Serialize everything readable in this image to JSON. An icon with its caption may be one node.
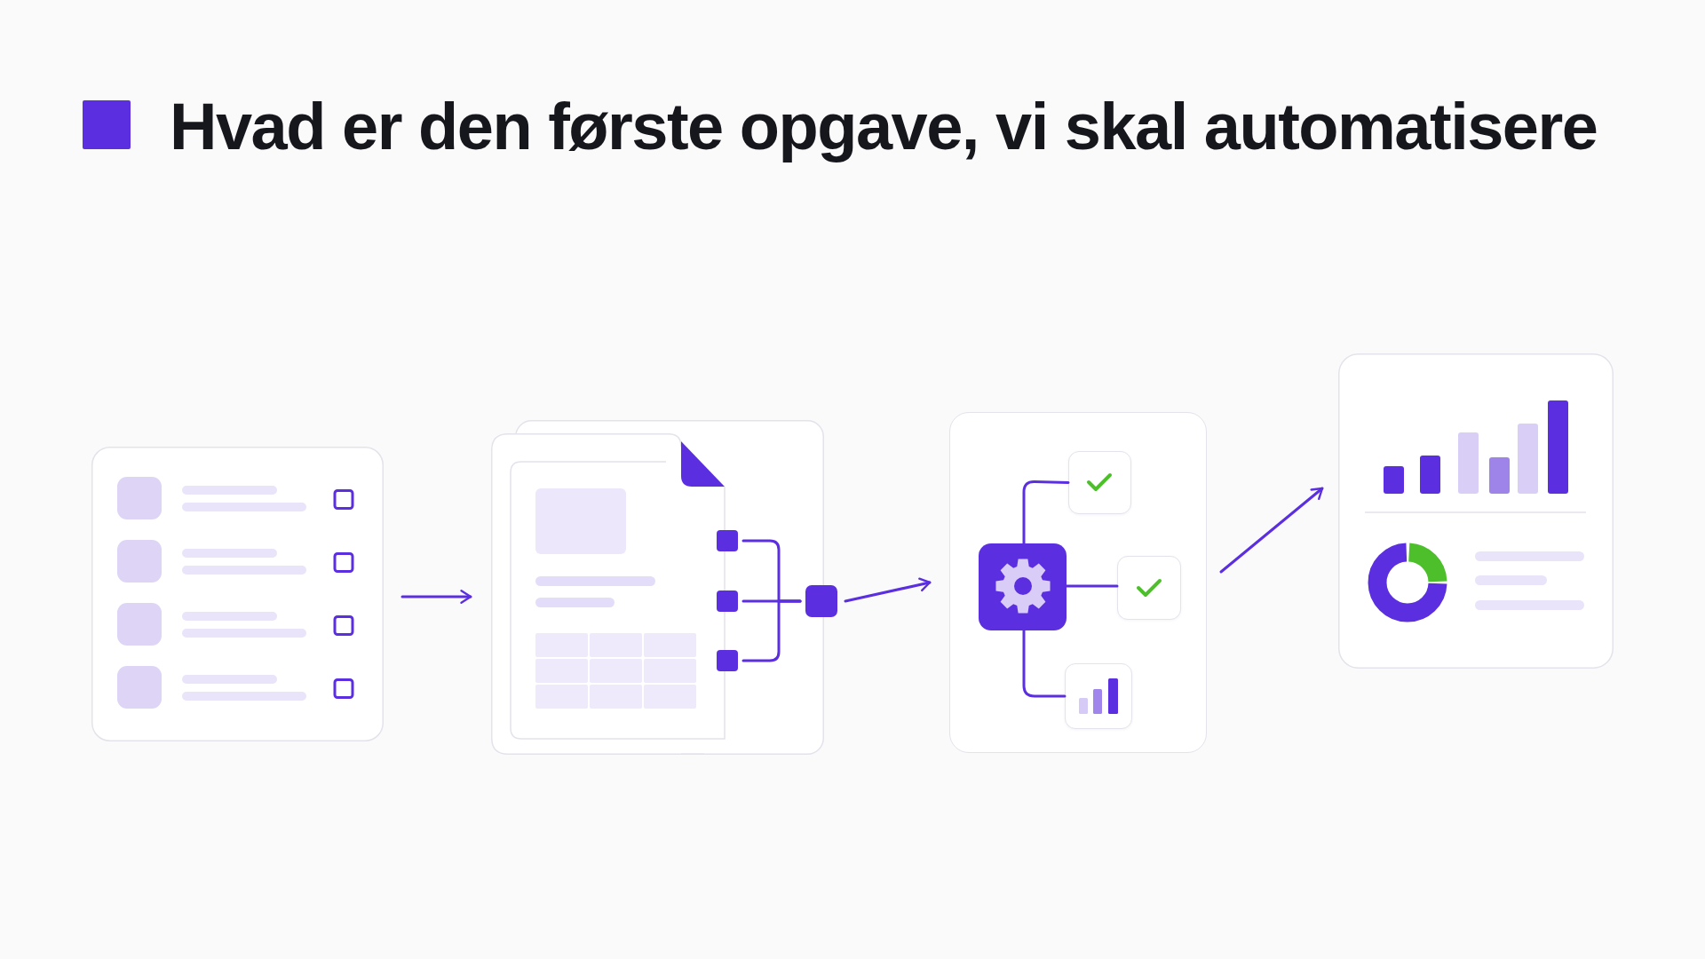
{
  "diagram": {
    "title": "Hvad er den første opgave, vi skal automatisere",
    "nodes": [
      {
        "text": [],
        "shape": "picture"
      },
      {
        "text": [],
        "shape": "picture"
      },
      {
        "text": [],
        "shape": "box",
        "in": 1
      },
      {
        "text": [],
        "shape": "box",
        "in": 1
      },
      {
        "text": [],
        "shape": "box",
        "in": 1
      },
      {
        "text": [],
        "shape": "box"
      },
      {
        "text": [],
        "shape": "box"
      },
      {
        "text": [],
        "shape": "picture",
        "in": 6
      },
      {
        "text": [],
        "shape": "box",
        "in": 6
      },
      {
        "text": [],
        "shape": "box",
        "in": 6
      },
      {
        "text": [],
        "shape": "box",
        "in": 6
      },
      {
        "text": [],
        "shape": "picture"
      }
    ],
    "edges": [
      {
        "from": 0,
        "to": 1,
        "arrow": "to"
      },
      {
        "from": 2,
        "to": 5,
        "arrow": "none"
      },
      {
        "from": 3,
        "to": 5,
        "arrow": "none"
      },
      {
        "from": 4,
        "to": 5,
        "arrow": "none"
      },
      {
        "from": 5,
        "to": 6,
        "arrow": "to"
      },
      {
        "from": 7,
        "to": 8,
        "arrow": "none"
      },
      {
        "from": 7,
        "to": 9,
        "arrow": "none"
      },
      {
        "from": 7,
        "to": 10,
        "arrow": "none"
      },
      {
        "from": 6,
        "to": 11,
        "arrow": "to"
      }
    ]
  }
}
